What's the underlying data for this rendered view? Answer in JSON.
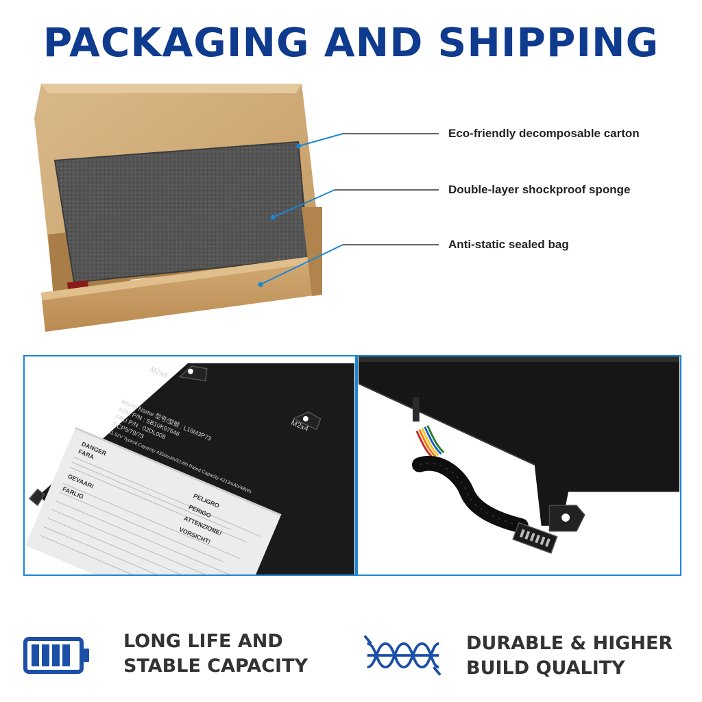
{
  "header": {
    "title": "PACKAGING AND SHIPPING"
  },
  "callouts": [
    {
      "label": "Eco-friendly decomposable carton"
    },
    {
      "label": "Double-layer shockproof sponge"
    },
    {
      "label": "Anti-static sealed bag"
    }
  ],
  "battery_label": {
    "mark_left": "M2x4",
    "mark_right": "M2x4",
    "model_line": "Model Name 型号/型號 : L18M3P73",
    "asm_line": "ASM P/N : SB10K97646",
    "fru_line": "FRU P/N : 02DL008",
    "cell_line": "3ICP5/79/73",
    "capacity_line": "11.52V Typical Capacity 4350mAh/51Wh  Rated Capacity 4213mAh/48Wh",
    "danger_word": "DANGER",
    "fara_word": "FARA",
    "gevaar_word": "GEVAAR!",
    "farlig_word": "FARLIG",
    "peligro_word": "PELIGRO",
    "perigo_word": "PERIGO",
    "attenzione_word": "ATTENZIONE!",
    "vorsicht_word": "VORSICHT!"
  },
  "features": [
    {
      "line1": "LONG LIFE AND",
      "line2": "STABLE CAPACITY",
      "icon": "battery-icon"
    },
    {
      "line1": "DURABLE & HIGHER",
      "line2": "BUILD QUALITY",
      "icon": "cable-coil-icon"
    }
  ],
  "colors": {
    "title": "#0f3b8f",
    "accent": "#1a86d6",
    "icon": "#1b4fa8"
  }
}
